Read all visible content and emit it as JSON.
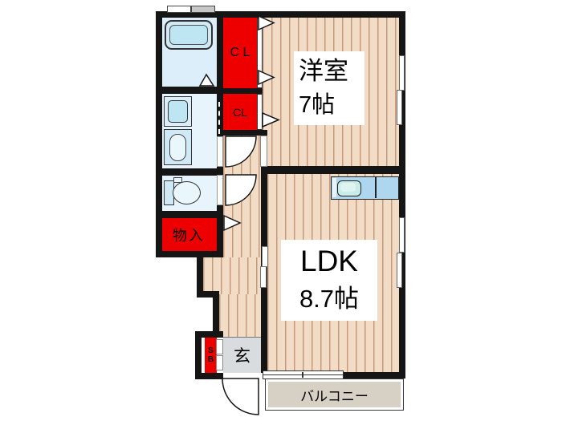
{
  "rooms": {
    "western_room": {
      "name": "洋室",
      "size": "7帖"
    },
    "ldk": {
      "name": "LDK",
      "size": "8.7帖"
    },
    "closet_upper": {
      "label": "C L"
    },
    "closet_lower": {
      "label": "CL"
    },
    "storage": {
      "label": "物入"
    },
    "shoe_box": {
      "top": "S",
      "bottom": "B"
    },
    "entrance": {
      "label": "玄"
    },
    "balcony": {
      "label": "バルコニー"
    }
  },
  "colors": {
    "wall": "#151515",
    "flooring": "#f3dcc5",
    "flooring_stripe": "#c39a7d",
    "room_blue": "#e7f4fb",
    "bath_blue": "#dbeef9",
    "fixture_blue": "#cfe9f6",
    "fixture_blue_dark": "#bee5f2",
    "fixture_blue_light": "#e9f6fc",
    "counter_blue": "#aed7ef",
    "sink_teal": "#c9ece9",
    "closet_red": "#ee0000",
    "entrance_gray": "#d9dcde",
    "balcony_gray": "#d7d0c4"
  }
}
